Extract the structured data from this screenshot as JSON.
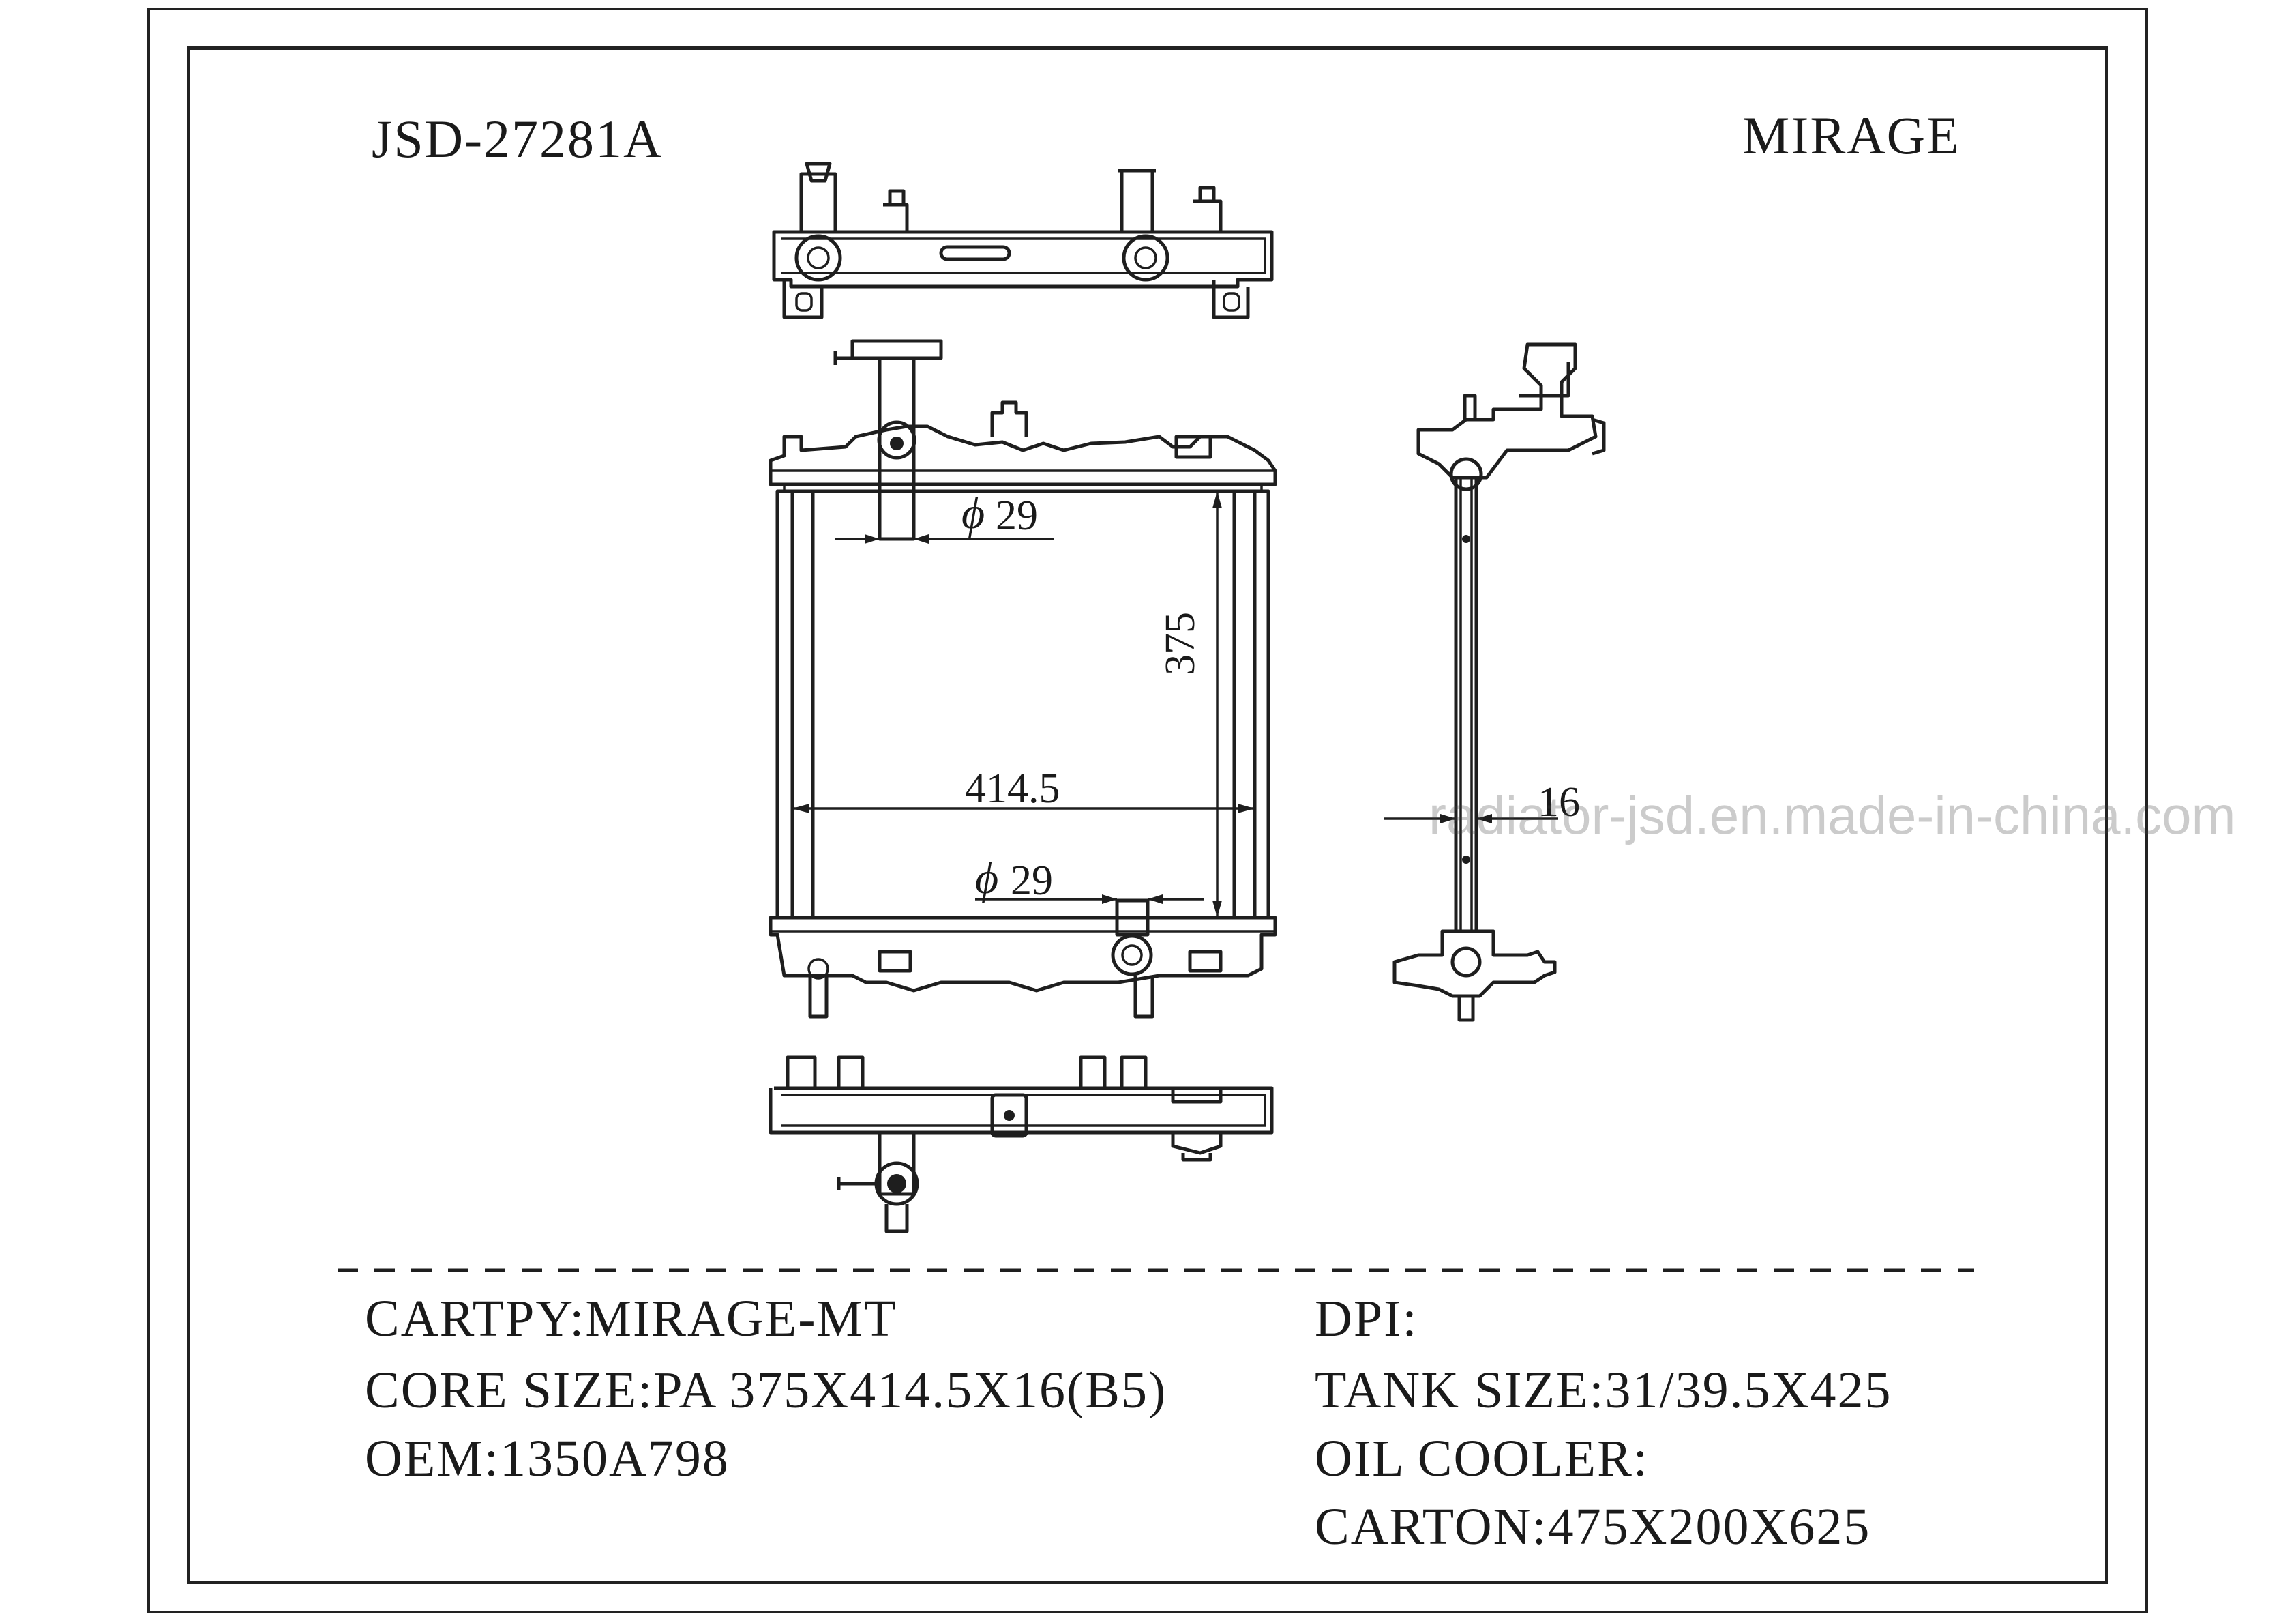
{
  "header": {
    "part_number": "JSD-27281A",
    "model": "MIRAGE"
  },
  "dimensions": {
    "inlet_diameter": "29",
    "outlet_diameter": "29",
    "core_height": "375",
    "core_width": "414.5",
    "core_thickness": "16",
    "phi_symbol": "ϕ"
  },
  "watermark": "radiator-jsd.en.made-in-china.com",
  "specs": {
    "left": [
      "CARTPY:MIRAGE-MT",
      "CORE SIZE:PA 375X414.5X16(B5)",
      "OEM:1350A798"
    ],
    "right": [
      "DPI:",
      "TANK SIZE:31/39.5X425",
      "OIL COOLER:",
      "CARTON:475X200X625"
    ]
  }
}
